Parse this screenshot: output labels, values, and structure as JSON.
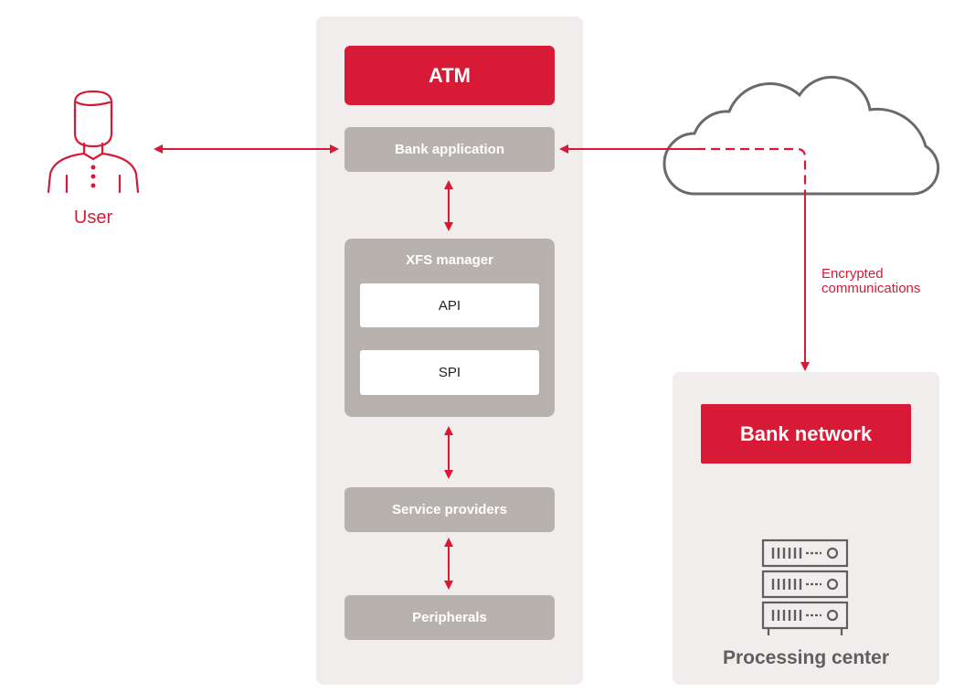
{
  "atm": {
    "title": "ATM",
    "bank_application": "Bank application",
    "xfs_manager": "XFS manager",
    "api": "API",
    "spi": "SPI",
    "service_providers": "Service providers",
    "peripherals": "Peripherals"
  },
  "user": {
    "label": "User"
  },
  "cloud": {
    "label_line1": "Encrypted",
    "label_line2": "communications"
  },
  "processing": {
    "bank_network": "Bank network",
    "label": "Processing center"
  },
  "colors": {
    "accent": "#d71a36",
    "panel": "#f1edec",
    "box_grey": "#b8b2ae",
    "icon_grey": "#5f5f5f"
  }
}
